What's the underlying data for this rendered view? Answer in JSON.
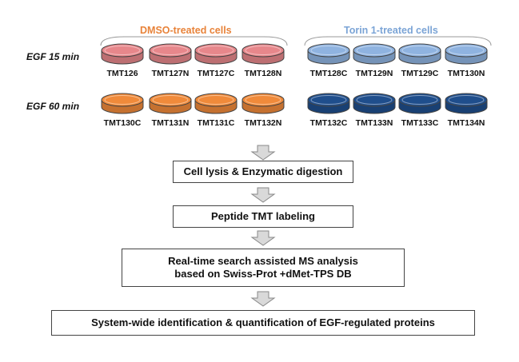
{
  "groups": {
    "dmso": {
      "title": "DMSO-treated cells",
      "color": "#e8833a"
    },
    "torin": {
      "title": "Torin 1-treated cells",
      "color": "#7ba4d6"
    }
  },
  "rows": [
    {
      "label": "EGF 15 min",
      "dishes": [
        {
          "label": "TMT126",
          "color": "#e7878b"
        },
        {
          "label": "TMT127N",
          "color": "#e7878b"
        },
        {
          "label": "TMT127C",
          "color": "#e7878b"
        },
        {
          "label": "TMT128N",
          "color": "#e7878b"
        },
        {
          "label": "TMT128C",
          "color": "#8fb3e0"
        },
        {
          "label": "TMT129N",
          "color": "#8fb3e0"
        },
        {
          "label": "TMT129C",
          "color": "#8fb3e0"
        },
        {
          "label": "TMT130N",
          "color": "#8fb3e0"
        }
      ]
    },
    {
      "label": "EGF 60 min",
      "dishes": [
        {
          "label": "TMT130C",
          "color": "#f08a3a"
        },
        {
          "label": "TMT131N",
          "color": "#f08a3a"
        },
        {
          "label": "TMT131C",
          "color": "#f08a3a"
        },
        {
          "label": "TMT132N",
          "color": "#f08a3a"
        },
        {
          "label": "TMT132C",
          "color": "#1f4e8c"
        },
        {
          "label": "TMT133N",
          "color": "#1f4e8c"
        },
        {
          "label": "TMT133C",
          "color": "#1f4e8c"
        },
        {
          "label": "TMT134N",
          "color": "#1f4e8c"
        }
      ]
    }
  ],
  "steps": [
    {
      "lines": [
        "Cell lysis & Enzymatic digestion"
      ]
    },
    {
      "lines": [
        "Peptide TMT labeling"
      ]
    },
    {
      "lines": [
        "Real-time search assisted MS analysis",
        "based on Swiss-Prot +dMet-TPS DB"
      ]
    },
    {
      "lines": [
        "System-wide identification & quantification of EGF-regulated proteins"
      ]
    }
  ]
}
